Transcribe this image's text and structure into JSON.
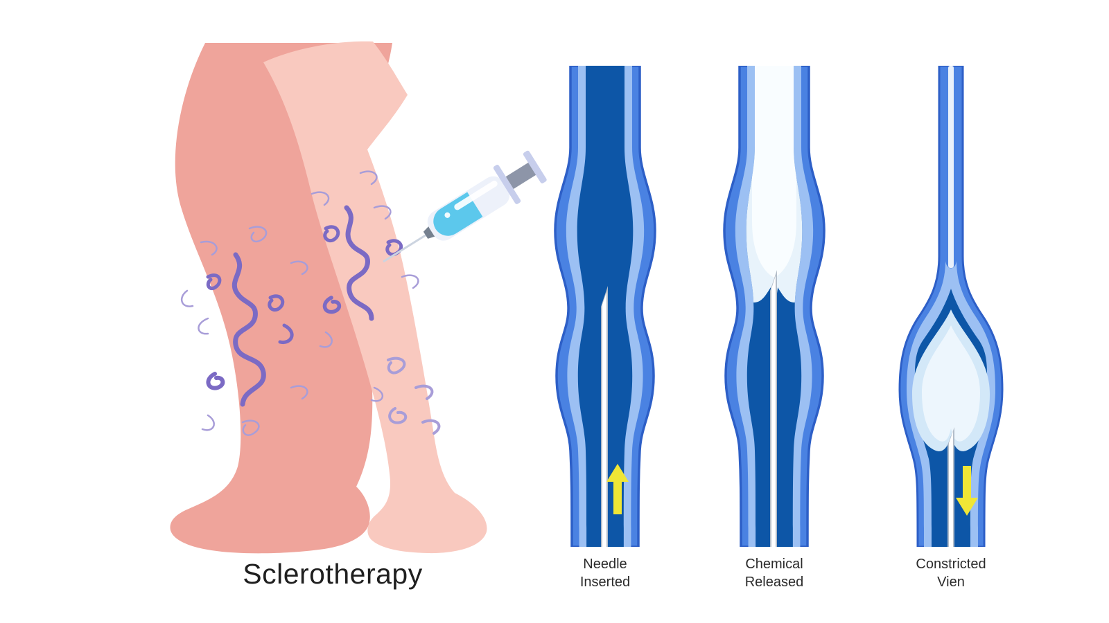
{
  "title": "Sclerotherapy",
  "figure": {
    "description": "Three cross-sections of a varicose vein showing the sclerotherapy procedure stages",
    "stages": [
      {
        "id": "needle-inserted",
        "line1": "Needle",
        "line2": "Inserted"
      },
      {
        "id": "chemical-released",
        "line1": "Chemical",
        "line2": "Released"
      },
      {
        "id": "constricted-vein",
        "line1": "Constricted",
        "line2": "Vien"
      }
    ]
  },
  "icons": {
    "syringe": "syringe-icon",
    "needle": "needle-icon",
    "arrow_up": "flow-up-arrow-icon",
    "arrow_down": "flow-down-arrow-icon"
  },
  "palette": {
    "bg": "#ffffff",
    "text_dark": "#1f1f1f",
    "label_text": "#2b2b2b",
    "leg_back": "#efa49b",
    "leg_front": "#f9c9bf",
    "vein_purple": "#7b6ac4",
    "vein_purple_light": "#a89dd8",
    "wall_blue": "#4a82e2",
    "wall_edge": "#2d5fc7",
    "lining_blue": "#9cc0f3",
    "lumen_blue": "#0d56a7",
    "chemical_light": "#e8f3fb",
    "chemical_white": "#fbfeff",
    "flame_outer": "#d3e8f8",
    "flame_inner": "#edf6fd",
    "needle_white": "#ffffff",
    "needle_gray": "#b3bdc9",
    "arrow_yellow": "#f0e636",
    "syringe_liquid": "#5cc8ec",
    "syringe_body": "#edf1fa",
    "syringe_lavender": "#c7ceec",
    "syringe_gray": "#8d95a8",
    "syringe_hub": "#75808f",
    "needle_steel": "#ccd4e0",
    "constricted_line": "#e9f1fb"
  }
}
